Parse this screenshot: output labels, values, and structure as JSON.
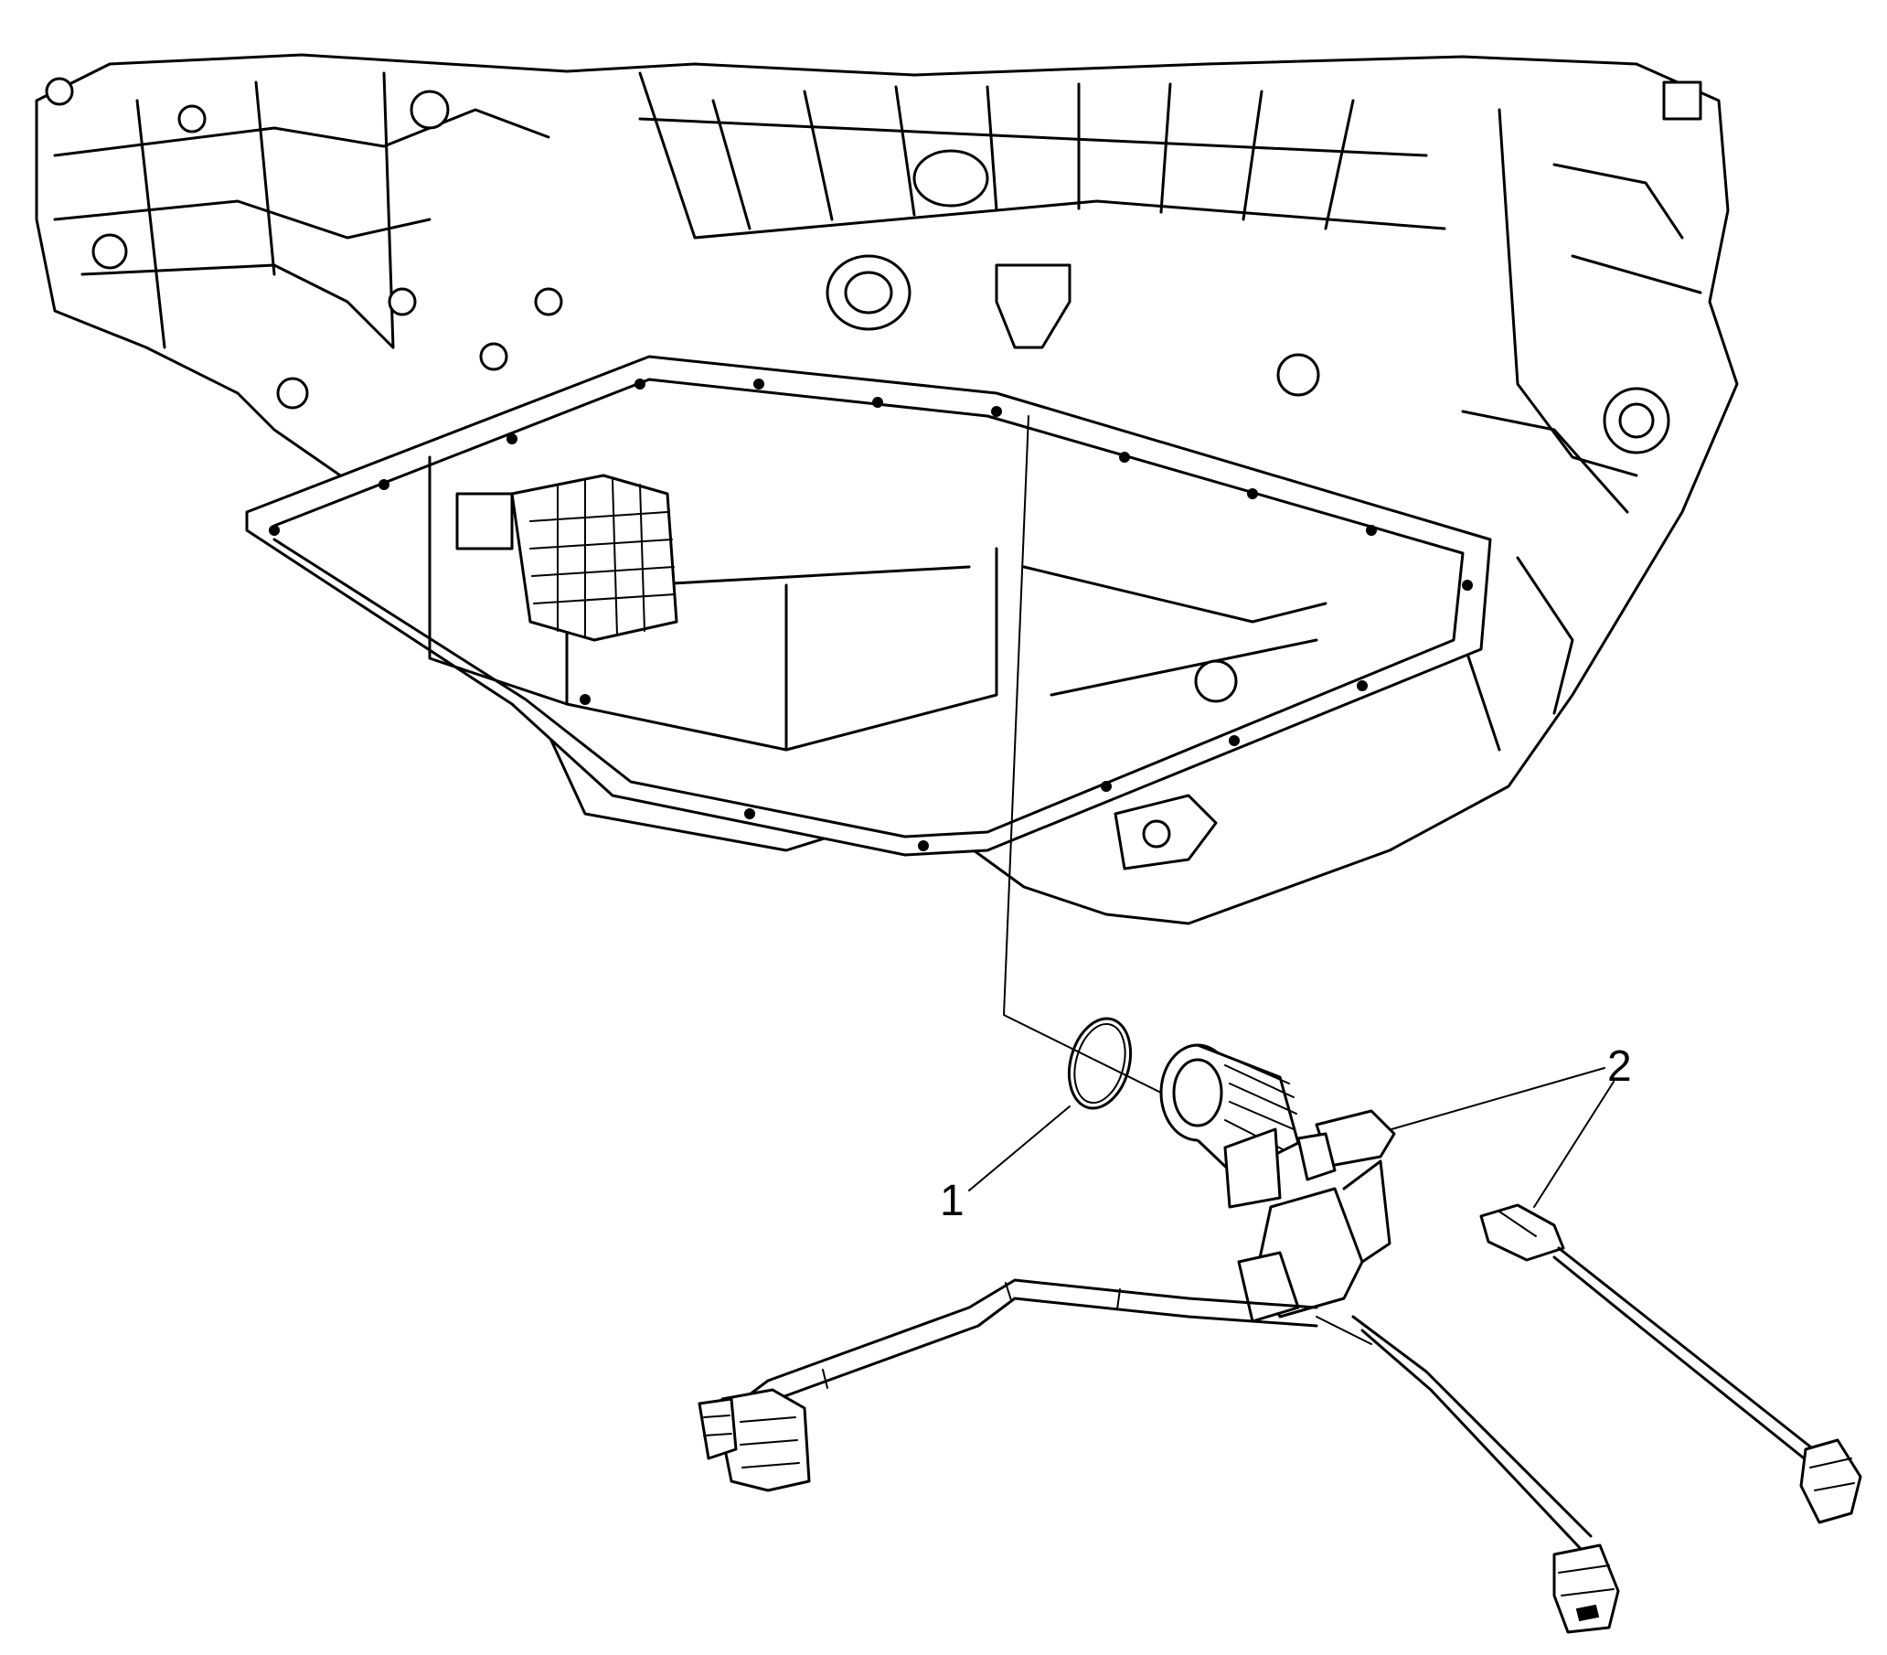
{
  "diagram": {
    "callouts": [
      {
        "id": "callout-1",
        "label": "1"
      },
      {
        "id": "callout-2",
        "label": "2"
      }
    ],
    "colors": {
      "stroke": "#000000",
      "background": "#ffffff"
    }
  }
}
